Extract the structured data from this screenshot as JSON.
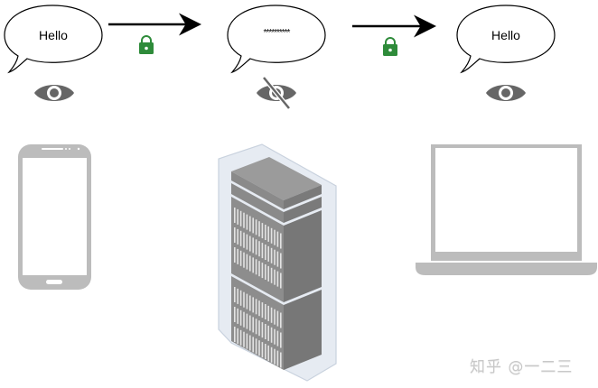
{
  "diagram": {
    "stages": [
      {
        "id": "sender",
        "bubble_text": "Hello",
        "visibility": "visible",
        "device": "smartphone"
      },
      {
        "id": "server",
        "bubble_text": "**********",
        "visibility": "hidden",
        "device": "server-rack"
      },
      {
        "id": "receiver",
        "bubble_text": "Hello",
        "visibility": "visible",
        "device": "laptop"
      }
    ],
    "links": [
      {
        "from": "sender",
        "to": "server",
        "encrypted": true
      },
      {
        "from": "server",
        "to": "receiver",
        "encrypted": true
      }
    ],
    "colors": {
      "lock": "#2e8b3a",
      "eye": "#666666",
      "device": "#bbbbbb",
      "server_halo": "#e4eaf2",
      "arrow": "#000000"
    }
  },
  "watermark": "知乎 @一二三"
}
